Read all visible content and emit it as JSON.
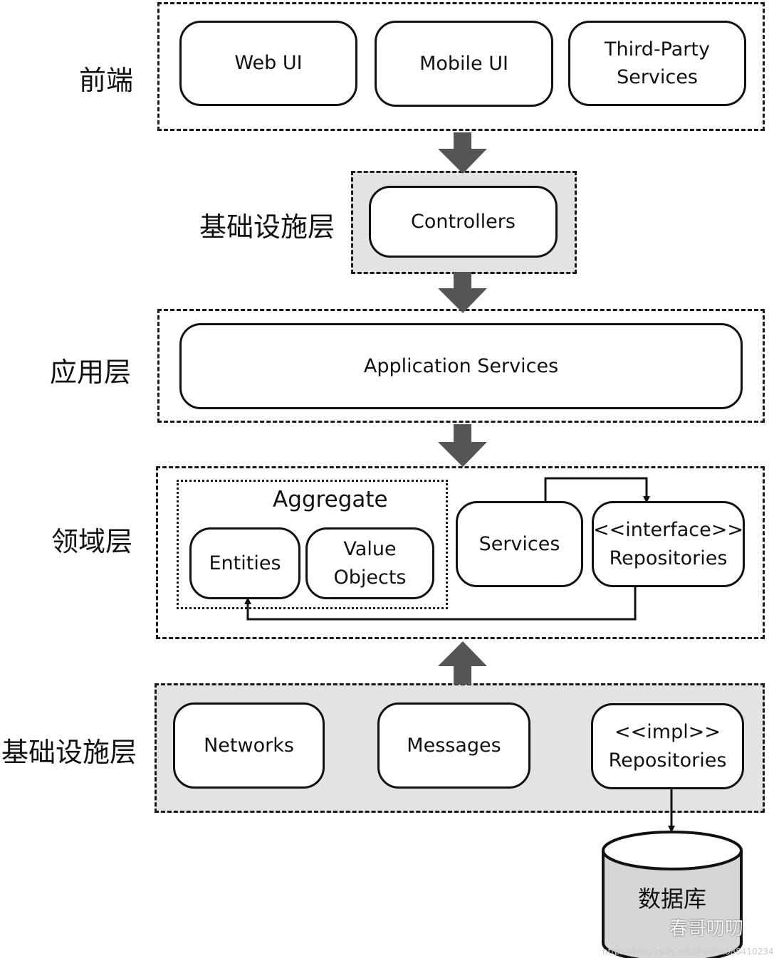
{
  "layers": {
    "frontend": {
      "label": "前端",
      "boxes": [
        "Web UI",
        "Mobile UI",
        "Third-Party\nServices"
      ]
    },
    "interface": {
      "label": "基础设施层",
      "boxes": [
        "Controllers"
      ]
    },
    "application": {
      "label": "应用层",
      "boxes": [
        "Application Services"
      ]
    },
    "domain": {
      "label": "领域层",
      "aggregate": {
        "title": "Aggregate",
        "boxes": [
          "Entities",
          "Value\nObjects"
        ]
      },
      "boxes": [
        "Services",
        "<<interface>>\nRepositories"
      ]
    },
    "infrastructure": {
      "label": "基础设施层",
      "boxes": [
        "Networks",
        "Messages",
        "<<impl>>\nRepositories"
      ]
    }
  },
  "database": {
    "label": "数据库"
  },
  "watermark": {
    "text": "春哥叨叨",
    "url": "https://blog.csdn.net/zhouhao88410234"
  },
  "colors": {
    "arrow": "#555555",
    "zone_gray": "#e3e3e5",
    "line": "#111111"
  }
}
